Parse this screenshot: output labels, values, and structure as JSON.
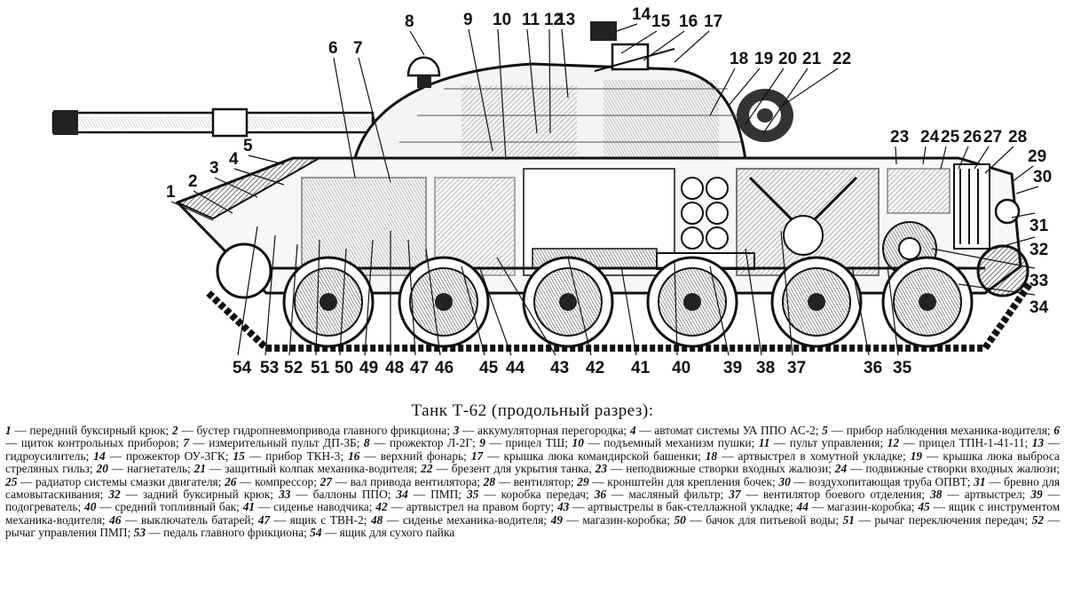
{
  "figure": {
    "title": "Танк Т-62 (продольный разрез):",
    "callouts": [
      "1",
      "2",
      "3",
      "4",
      "5",
      "6",
      "7",
      "8",
      "9",
      "10",
      "11",
      "12",
      "13",
      "14",
      "15",
      "16",
      "17",
      "18",
      "19",
      "20",
      "21",
      "22",
      "23",
      "24",
      "25",
      "26",
      "27",
      "28",
      "29",
      "30",
      "31",
      "32",
      "33",
      "34",
      "35",
      "36",
      "37",
      "38",
      "39",
      "40",
      "41",
      "42",
      "43",
      "44",
      "45",
      "46",
      "47",
      "48",
      "49",
      "50",
      "51",
      "52",
      "53",
      "54"
    ]
  },
  "legend": [
    {
      "n": "1",
      "text": "передний буксирный крюк;"
    },
    {
      "n": "2",
      "text": "бустер гидропневмопривода главного фрикциона;"
    },
    {
      "n": "3",
      "text": "аккумуляторная перегородка;"
    },
    {
      "n": "4",
      "text": "автомат системы УА ППО АС-2;"
    },
    {
      "n": "5",
      "text": "прибор наблюдения механика-водителя;"
    },
    {
      "n": "6",
      "text": "щиток контрольных приборов;"
    },
    {
      "n": "7",
      "text": "измерительный пульт ДП-3Б;"
    },
    {
      "n": "8",
      "text": "прожектор Л-2Г;"
    },
    {
      "n": "9",
      "text": "прицел ТШ;"
    },
    {
      "n": "10",
      "text": "подъемный механизм пушки;"
    },
    {
      "n": "11",
      "text": "пульт управления;"
    },
    {
      "n": "12",
      "text": "прицел ТПН-1-41-11;"
    },
    {
      "n": "13",
      "text": "гидроусилитель;"
    },
    {
      "n": "14",
      "text": "прожектор ОУ-3ГК;"
    },
    {
      "n": "15",
      "text": "прибор ТКН-3;"
    },
    {
      "n": "16",
      "text": "верхний фонарь;"
    },
    {
      "n": "17",
      "text": "крышка люка командирской башенки;"
    },
    {
      "n": "18",
      "text": "артвыстрел в хомутной укладке;"
    },
    {
      "n": "19",
      "text": "крышка люка выброса стреляных гильз;"
    },
    {
      "n": "20",
      "text": "нагнетатель;"
    },
    {
      "n": "21",
      "text": "защитный колпак механика-водителя;"
    },
    {
      "n": "22",
      "text": "брезент для укрытия танка,"
    },
    {
      "n": "23",
      "text": "неподвижные створки входных жалюзи;"
    },
    {
      "n": "24",
      "text": "подвижные створки входных жалюзи;"
    },
    {
      "n": "25",
      "text": "радиатор системы смазки двигателя;"
    },
    {
      "n": "26",
      "text": "компрессор;"
    },
    {
      "n": "27",
      "text": "вал привода вентилятора;"
    },
    {
      "n": "28",
      "text": "вентилятор;"
    },
    {
      "n": "29",
      "text": "кронштейн для крепления бочек;"
    },
    {
      "n": "30",
      "text": "воздухопитающая труба ОПВТ;"
    },
    {
      "n": "31",
      "text": "бревно для самовытаскивания;"
    },
    {
      "n": "32",
      "text": "задний буксирный крюк;"
    },
    {
      "n": "33",
      "text": "баллоны ППО;"
    },
    {
      "n": "34",
      "text": "ПМП;"
    },
    {
      "n": "35",
      "text": "коробка передач;"
    },
    {
      "n": "36",
      "text": "масляный фильтр;"
    },
    {
      "n": "37",
      "text": "вентилятор боевого отделения;"
    },
    {
      "n": "38",
      "text": "артвыстрел;"
    },
    {
      "n": "39",
      "text": "подогреватель;"
    },
    {
      "n": "40",
      "text": "средний топливный бак;"
    },
    {
      "n": "41",
      "text": "сиденье наводчика;"
    },
    {
      "n": "42",
      "text": "артвыстрел на правом борту;"
    },
    {
      "n": "43",
      "text": "артвыстрелы в бак-стеллажной укладке;"
    },
    {
      "n": "44",
      "text": "магазин-коробка;"
    },
    {
      "n": "45",
      "text": "ящик с инструментом механика-водителя;"
    },
    {
      "n": "46",
      "text": "выключатель батарей;"
    },
    {
      "n": "47",
      "text": "ящик с ТВН-2;"
    },
    {
      "n": "48",
      "text": "сиденье механика-водителя;"
    },
    {
      "n": "49",
      "text": "магазин-коробка;"
    },
    {
      "n": "50",
      "text": "бачок для питьевой воды;"
    },
    {
      "n": "51",
      "text": "рычаг переключения передач;"
    },
    {
      "n": "52",
      "text": "рычаг управления ПМП;"
    },
    {
      "n": "53",
      "text": "педаль главного фрикциона;"
    },
    {
      "n": "54",
      "text": "ящик для сухого пайка"
    }
  ]
}
